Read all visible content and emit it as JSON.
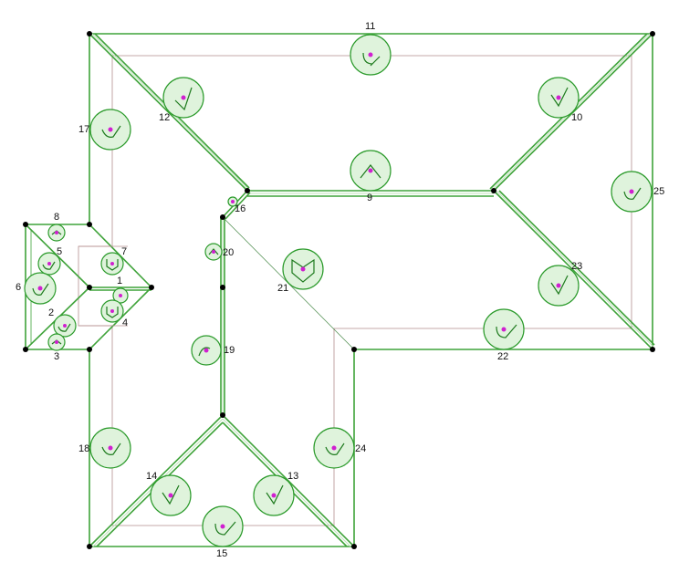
{
  "diagram": {
    "facets": [
      {
        "id": "1"
      },
      {
        "id": "2"
      },
      {
        "id": "3"
      },
      {
        "id": "4"
      },
      {
        "id": "5"
      },
      {
        "id": "6"
      },
      {
        "id": "7"
      },
      {
        "id": "8"
      },
      {
        "id": "9"
      },
      {
        "id": "10"
      },
      {
        "id": "11"
      },
      {
        "id": "12"
      },
      {
        "id": "13"
      },
      {
        "id": "14"
      },
      {
        "id": "15"
      },
      {
        "id": "16"
      },
      {
        "id": "17"
      },
      {
        "id": "18"
      },
      {
        "id": "19"
      },
      {
        "id": "20"
      },
      {
        "id": "21"
      },
      {
        "id": "22"
      },
      {
        "id": "23"
      },
      {
        "id": "24"
      },
      {
        "id": "25"
      }
    ]
  },
  "colors": {
    "edge": "#3fa33a",
    "marker_fill": "#dff3dc",
    "pin": "#d020d0",
    "eave": "#b48f8f"
  }
}
